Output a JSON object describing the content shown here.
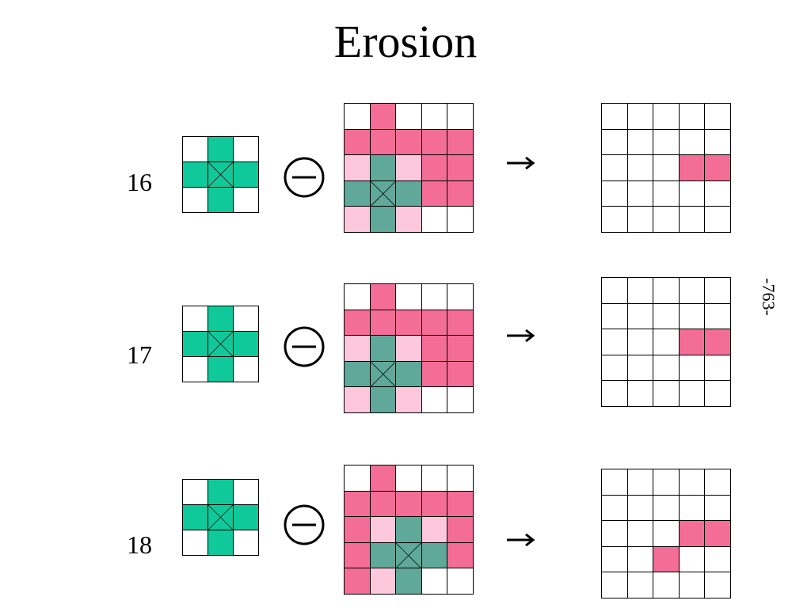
{
  "title": "Erosion",
  "page_number": "-763-",
  "operator_symbol": "erosion-circle-minus",
  "colors": {
    "fg_pink": "#f36d97",
    "light_pink": "#fdc7dc",
    "se_green": "#10c99a",
    "se_overlay": "#62dfc0",
    "se_overlap": "#5fa89a",
    "grid_line": "#000000",
    "background": "#ffffff"
  },
  "structuring_element": {
    "size": 3,
    "pattern": [
      [
        0,
        1,
        0
      ],
      [
        1,
        1,
        1
      ],
      [
        0,
        1,
        0
      ]
    ],
    "origin": [
      1,
      1
    ]
  },
  "steps": [
    {
      "label": "16",
      "image": [
        [
          0,
          1,
          0,
          0,
          0
        ],
        [
          1,
          1,
          1,
          1,
          1
        ],
        [
          1,
          1,
          1,
          1,
          1
        ],
        [
          1,
          1,
          1,
          1,
          1
        ],
        [
          1,
          1,
          1,
          0,
          0
        ]
      ],
      "se_center": [
        3,
        1
      ],
      "result": [
        [
          0,
          0,
          0,
          0,
          0
        ],
        [
          0,
          0,
          0,
          0,
          0
        ],
        [
          0,
          0,
          0,
          1,
          1
        ],
        [
          0,
          0,
          0,
          0,
          0
        ],
        [
          0,
          0,
          0,
          0,
          0
        ]
      ]
    },
    {
      "label": "17",
      "image": [
        [
          0,
          1,
          0,
          0,
          0
        ],
        [
          1,
          1,
          1,
          1,
          1
        ],
        [
          1,
          1,
          1,
          1,
          1
        ],
        [
          1,
          1,
          1,
          1,
          1
        ],
        [
          1,
          1,
          1,
          0,
          0
        ]
      ],
      "se_center": [
        3,
        1
      ],
      "result": [
        [
          0,
          0,
          0,
          0,
          0
        ],
        [
          0,
          0,
          0,
          0,
          0
        ],
        [
          0,
          0,
          0,
          1,
          1
        ],
        [
          0,
          0,
          0,
          0,
          0
        ],
        [
          0,
          0,
          0,
          0,
          0
        ]
      ]
    },
    {
      "label": "18",
      "image": [
        [
          0,
          1,
          0,
          0,
          0
        ],
        [
          1,
          1,
          1,
          1,
          1
        ],
        [
          1,
          1,
          1,
          1,
          1
        ],
        [
          1,
          1,
          1,
          1,
          1
        ],
        [
          1,
          1,
          1,
          0,
          0
        ]
      ],
      "se_center": [
        3,
        2
      ],
      "result": [
        [
          0,
          0,
          0,
          0,
          0
        ],
        [
          0,
          0,
          0,
          0,
          0
        ],
        [
          0,
          0,
          0,
          1,
          1
        ],
        [
          0,
          0,
          1,
          0,
          0
        ],
        [
          0,
          0,
          0,
          0,
          0
        ]
      ]
    }
  ]
}
